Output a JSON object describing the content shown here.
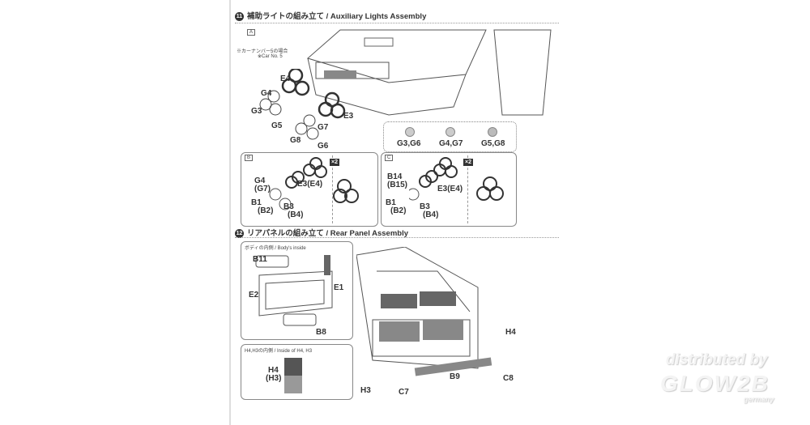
{
  "step11": {
    "number": "11",
    "title": "補助ライトの組み立て / Auxiliary Lights Assembly",
    "note_jp": "※カーナンバー5の場合",
    "note_en": "※Car No. 5",
    "variant_a": "A",
    "labels": [
      "E4",
      "G4",
      "G3",
      "G5",
      "G8",
      "G7",
      "G6",
      "E3"
    ],
    "legend": [
      "G3,G6",
      "G4,G7",
      "G5,G8"
    ],
    "box_b": {
      "tag": "B",
      "qty": "×2",
      "labels": [
        "G4",
        "(G7)",
        "E3(E4)",
        "B1",
        "(B2)",
        "B3",
        "(B4)"
      ]
    },
    "box_c": {
      "tag": "C",
      "qty": "×2",
      "labels": [
        "B14",
        "(B15)",
        "E3(E4)",
        "B1",
        "(B2)",
        "B3",
        "(B4)"
      ]
    }
  },
  "step12": {
    "number": "12",
    "title": "リアパネルの組み立て / Rear Panel Assembly",
    "body_inside": {
      "title": "ボディの内側 / Body's inside",
      "labels": [
        "B11",
        "E1",
        "E2",
        "B8"
      ]
    },
    "inside_h4": {
      "title": "H4,H3の内側 / Inside of H4, H3",
      "labels": [
        "H4",
        "(H3)"
      ]
    },
    "labels": [
      "H4",
      "B9",
      "C8",
      "H3",
      "C7"
    ]
  },
  "watermark": {
    "line1": "distributed by",
    "line2": "GLOW2B",
    "line3": "germany"
  }
}
